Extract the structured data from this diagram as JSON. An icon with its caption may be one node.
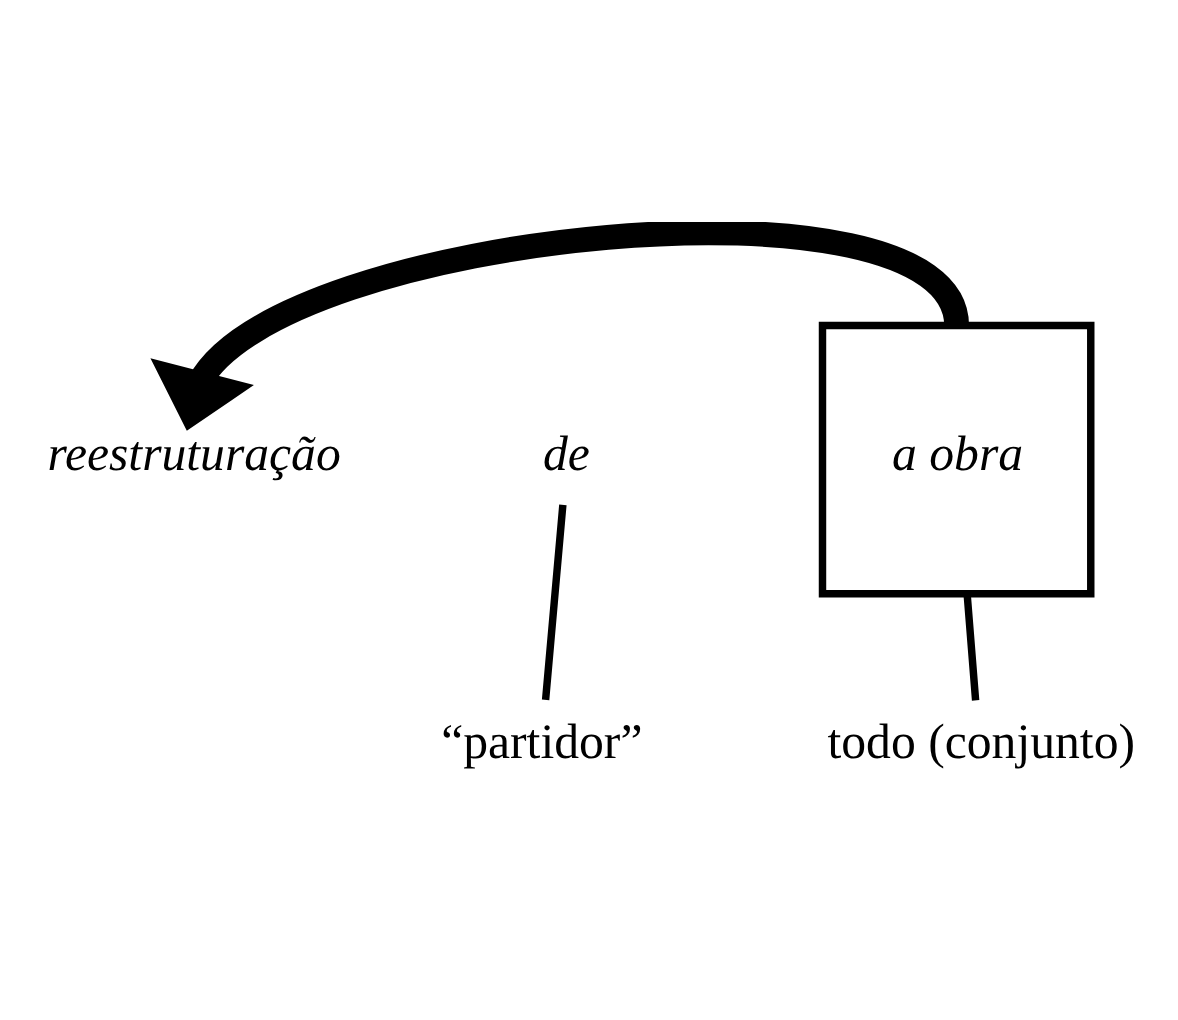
{
  "diagram": {
    "nodes": [
      {
        "text": [
          "reestruturação"
        ]
      },
      {
        "text": [
          "de"
        ]
      },
      {
        "text": [
          "“partidor”"
        ]
      },
      {
        "text": [
          "a obra"
        ]
      },
      {
        "text": [
          "todo (conjunto)"
        ]
      }
    ],
    "edges": [
      {
        "from": 3,
        "to": 0,
        "arrow": "to",
        "style": "thick"
      },
      {
        "from": 1,
        "to": 2,
        "arrow": "none"
      },
      {
        "from": 3,
        "to": 4,
        "arrow": "none"
      }
    ]
  }
}
